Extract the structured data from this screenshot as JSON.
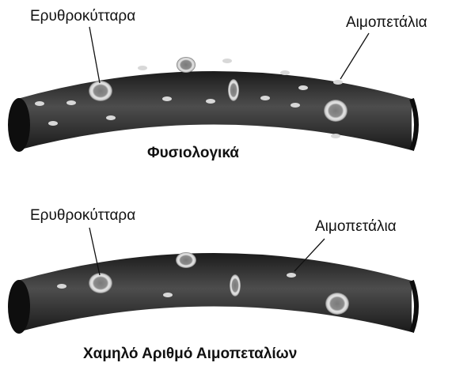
{
  "panels": [
    {
      "rbc_label": "Ερυθροκύτταρα",
      "platelet_label": "Αιμοπετάλια",
      "caption": "Φυσιολογικά",
      "state": "normal platelet count"
    },
    {
      "rbc_label": "Ερυθροκύτταρα",
      "platelet_label": "Αιμοπετάλια",
      "caption": "Χαμηλό Αριθμό Αιμοπεταλίων",
      "state": "low platelet count"
    }
  ],
  "colors": {
    "vessel": "#2a2a2a",
    "vessel_highlight": "#5a5a5a",
    "cell_ring": "#c9c9c9",
    "platelet": "#d8d8d8",
    "pointer_line": "#111111"
  }
}
